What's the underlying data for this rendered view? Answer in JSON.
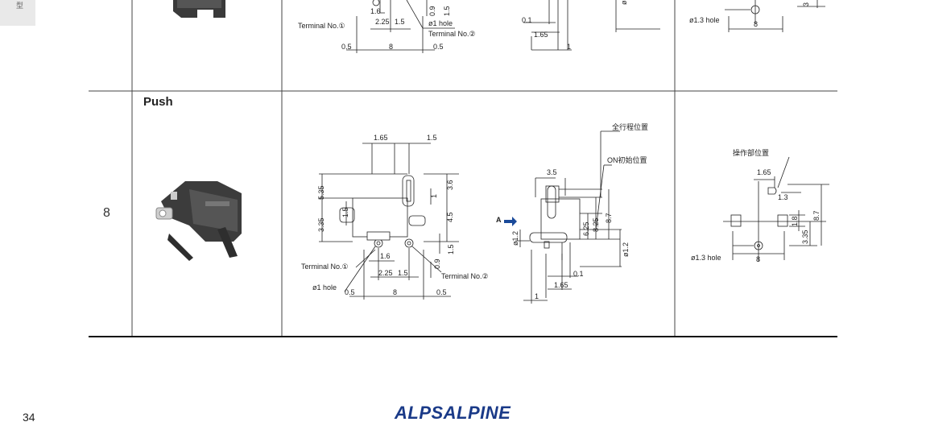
{
  "side_tab": {
    "label": "型"
  },
  "row": {
    "number": "8",
    "title": "Push"
  },
  "top_row": {
    "front": [
      "Terminal No.①",
      "2.25",
      "1.5",
      "1.6",
      "0.9",
      "1.5",
      "ø1 hole",
      "Terminal No.②",
      "0.5",
      "8",
      "0.5"
    ],
    "side": [
      "0.1",
      "1.65",
      "1",
      "ø"
    ],
    "bottom": [
      "ø1.3 hole",
      "8",
      "3"
    ]
  },
  "front_view": {
    "dims_top": [
      "1.65",
      "1.5"
    ],
    "dims_left": [
      "5.35",
      "3.35",
      "1.5"
    ],
    "dims_right": [
      "1",
      "3.6",
      "4.5",
      "1.5",
      "0.9"
    ],
    "dims_bottom": [
      "1.6",
      "2.25",
      "1.5",
      "0.5",
      "8",
      "0.5"
    ],
    "terminal1": "Terminal No.①",
    "terminal2": "Terminal No.②",
    "hole": "ø1 hole"
  },
  "side_view": {
    "full_travel": "全行程位置",
    "on_start": "ON初始位置",
    "arrow_label": "A",
    "dims": [
      "3.5",
      "6.25",
      "8.25",
      "8.7",
      "ø1.2",
      "ø1.2",
      "0.1",
      "1.65",
      "1"
    ]
  },
  "bottom_view": {
    "actuator_pos": "操作部位置",
    "dims": [
      "1.65",
      "1.3",
      "1.8",
      "3.35",
      "8.7",
      "8"
    ],
    "hole": "ø1.3 hole"
  },
  "footer": {
    "page_number": "34",
    "brand": "ALPSALPINE"
  },
  "colors": {
    "brand": "#1a3a88",
    "line": "#222222"
  }
}
